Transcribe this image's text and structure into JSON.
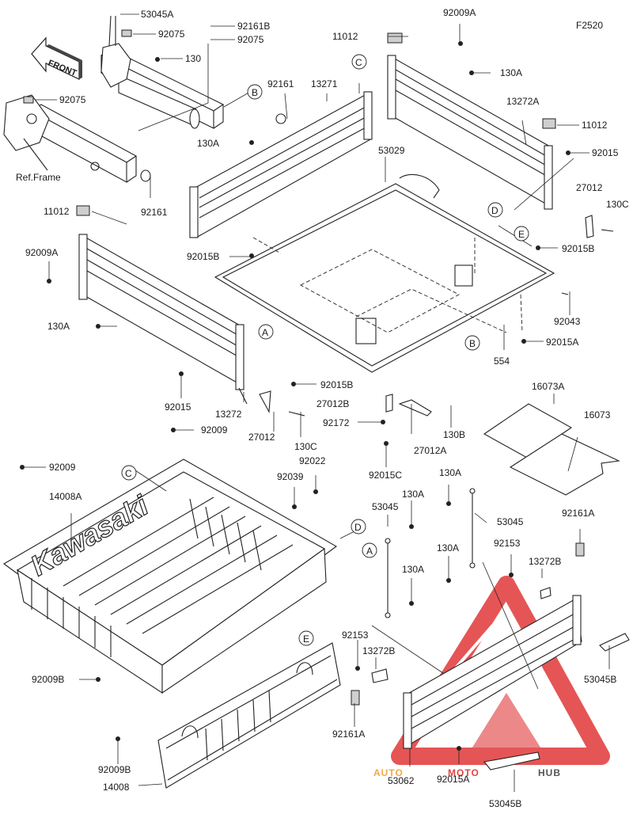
{
  "figure_code": "F2520",
  "front_label": "FRONT",
  "ref_label": "Ref.Frame",
  "bed_logo": "Kawasaki",
  "watermark": {
    "prefix": "AUTO",
    "middle": "MOTO",
    "suffix": "HUB",
    "orange": "#f0a030",
    "red": "#e03030",
    "grey": "#444444"
  },
  "callouts": [
    "A",
    "B",
    "C",
    "D",
    "E"
  ],
  "labels": {
    "l53045A": "53045A",
    "l92161B": "92161B",
    "l92075a": "92075",
    "l92075b": "92075",
    "l130a": "130",
    "l92075c": "92075",
    "lRef": "Ref.Frame",
    "l92161a": "92161",
    "l13271": "13271",
    "l92161b": "92161",
    "l130A1": "130A",
    "l11012a": "11012",
    "l92009Aa": "92009A",
    "l130A2": "130A",
    "l13272A": "13272A",
    "l11012b": "11012",
    "l92015a": "92015",
    "l27012a": "27012",
    "l130Ca": "130C",
    "l53029": "53029",
    "l11012c": "11012",
    "l92009Ab": "92009A",
    "l92015Ba": "92015B",
    "l92015Bb": "92015B",
    "l130A3": "130A",
    "l92043": "92043",
    "l92015Aa": "92015A",
    "l554": "554",
    "l92015Bc": "92015B",
    "l92015b": "92015",
    "l13272": "13272",
    "l27012b": "27012",
    "l130Cb": "130C",
    "l27012B": "27012B",
    "l92172": "92172",
    "l27012A": "27012A",
    "l130B": "130B",
    "l92015C": "92015C",
    "l16073A": "16073A",
    "l16073": "16073",
    "l92009a": "92009",
    "l92009b": "92009",
    "l92022": "92022",
    "l92039": "92039",
    "l14008A": "14008A",
    "l130A4": "130A",
    "l130A5": "130A",
    "l53045a": "53045",
    "l53045b": "53045",
    "l92161A1": "92161A",
    "l130A6": "130A",
    "l92153a": "92153",
    "l13272Ba": "13272B",
    "l130A7": "130A",
    "l92009Ba": "92009B",
    "l92153b": "92153",
    "l13272Bb": "13272B",
    "l53045Ba": "53045B",
    "l92161A2": "92161A",
    "l92009Bb": "92009B",
    "l14008": "14008",
    "l53062": "53062",
    "l92015Ab": "92015A",
    "l53045Bb": "53045B"
  }
}
